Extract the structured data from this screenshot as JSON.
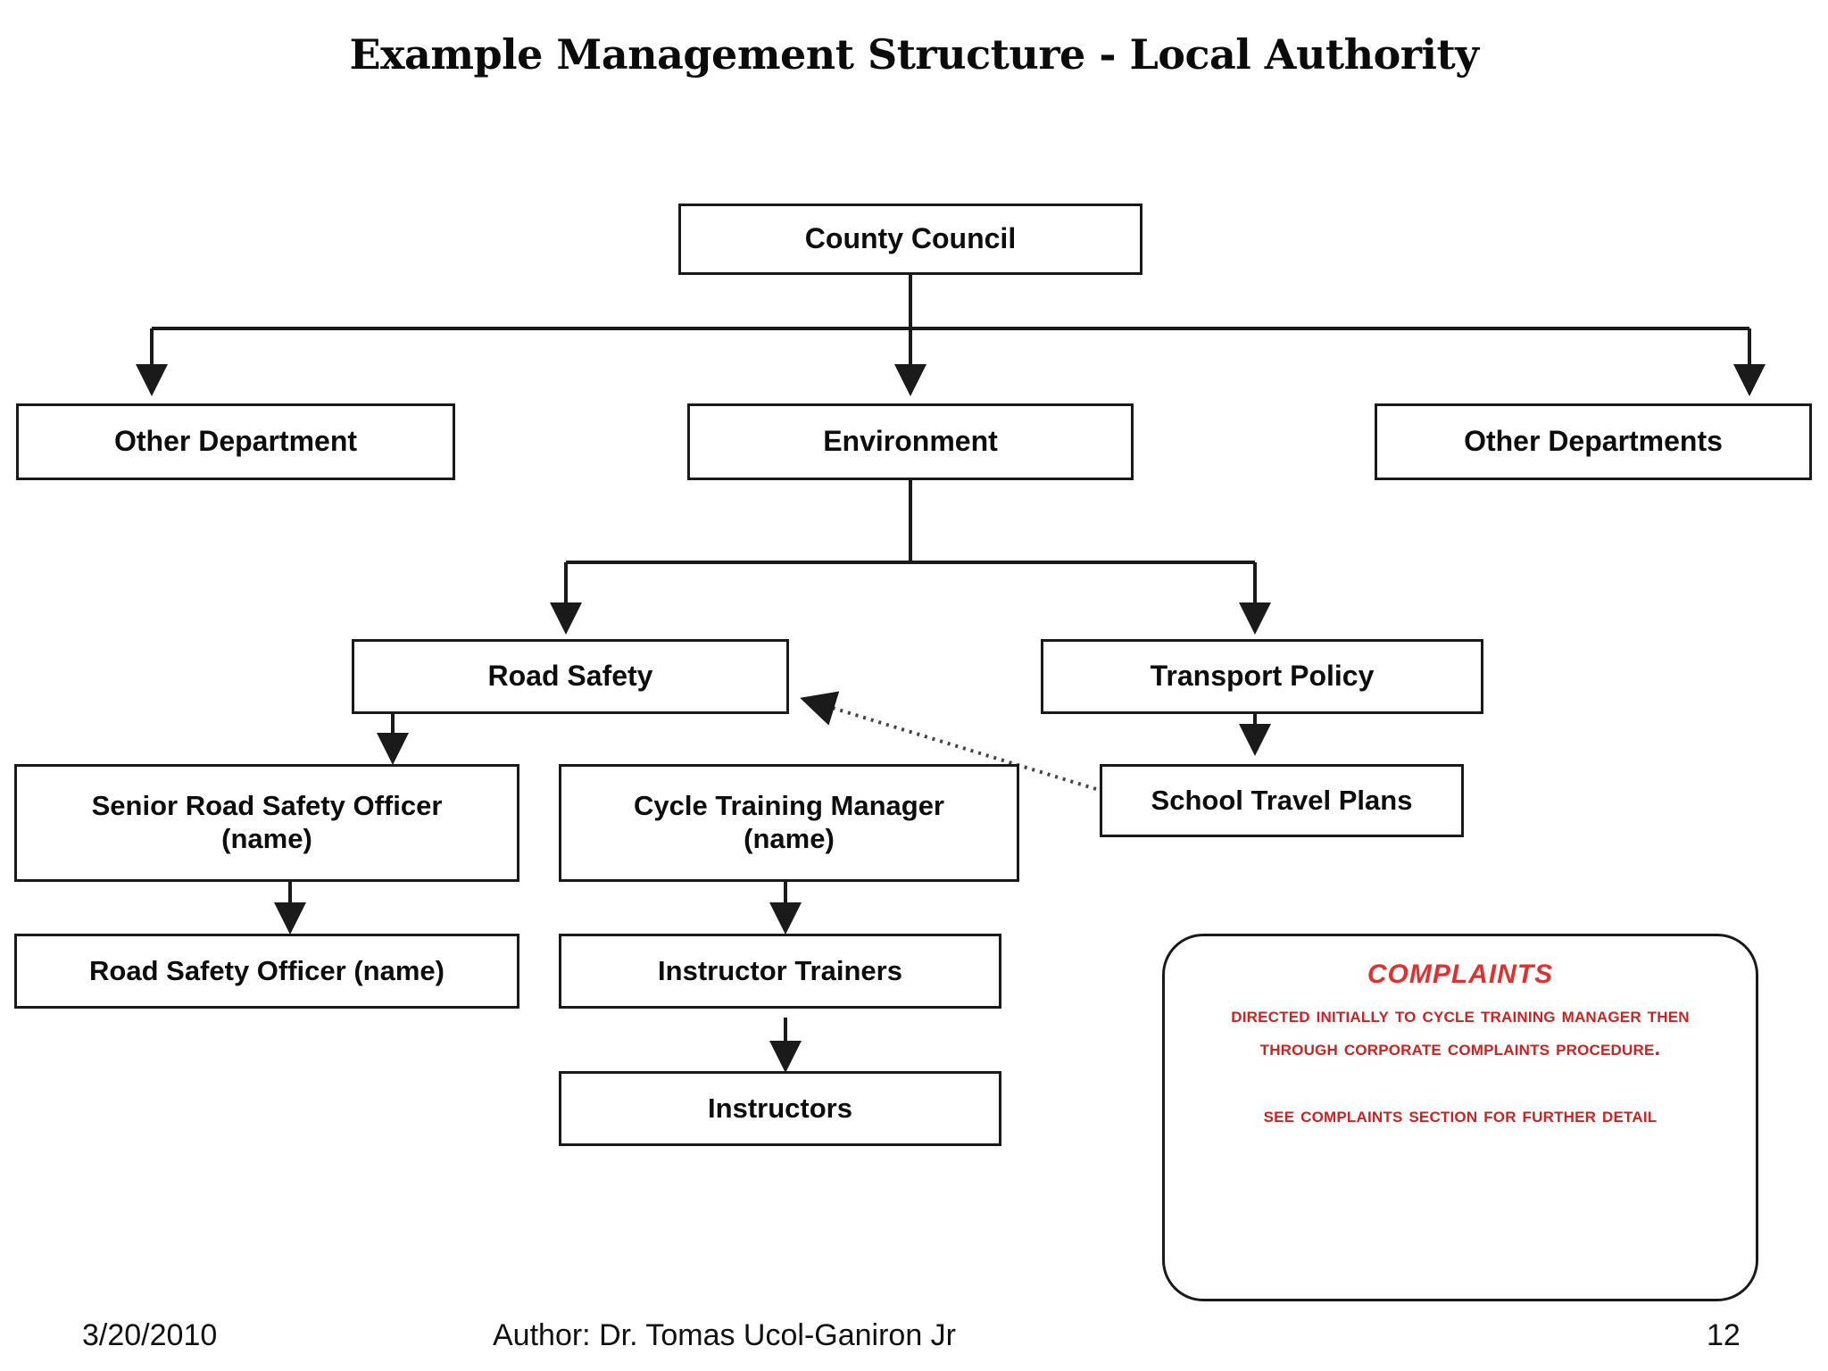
{
  "slide": {
    "title": "Example Management Structure - Local Authority",
    "background_color": "#ffffff",
    "line_color": "#1a1a1a",
    "accent_color": "#cc2222"
  },
  "chart_data": {
    "type": "diagram",
    "subtype": "organizational-hierarchy-flowchart",
    "title": "Example Management Structure - Local Authority",
    "nodes": [
      {
        "id": "county-council",
        "label": "County Council",
        "label2": "",
        "level": 0
      },
      {
        "id": "other-department",
        "label": "Other Department",
        "label2": "",
        "level": 1
      },
      {
        "id": "environment",
        "label": "Environment",
        "label2": "",
        "level": 1
      },
      {
        "id": "other-departments",
        "label": "Other Departments",
        "label2": "",
        "level": 1
      },
      {
        "id": "road-safety",
        "label": "Road Safety",
        "label2": "",
        "level": 2
      },
      {
        "id": "transport-policy",
        "label": "Transport Policy",
        "label2": "",
        "level": 2
      },
      {
        "id": "senior-road-safety-officer",
        "label": "Senior Road Safety Officer",
        "label2": "(name)",
        "level": 3
      },
      {
        "id": "cycle-training-manager",
        "label": "Cycle Training Manager",
        "label2": "(name)",
        "level": 3
      },
      {
        "id": "school-travel-plans",
        "label": "School Travel Plans",
        "label2": "",
        "level": 3
      },
      {
        "id": "road-safety-officer",
        "label": "Road Safety Officer (name)",
        "label2": "",
        "level": 4
      },
      {
        "id": "instructor-trainers",
        "label": "Instructor Trainers",
        "label2": "",
        "level": 4
      },
      {
        "id": "instructors",
        "label": "Instructors",
        "label2": "",
        "level": 5
      }
    ],
    "edges": [
      {
        "from": "county-council",
        "to": "other-department",
        "style": "solid-arrow"
      },
      {
        "from": "county-council",
        "to": "environment",
        "style": "solid-arrow"
      },
      {
        "from": "county-council",
        "to": "other-departments",
        "style": "solid-arrow"
      },
      {
        "from": "environment",
        "to": "road-safety",
        "style": "solid-arrow"
      },
      {
        "from": "environment",
        "to": "transport-policy",
        "style": "solid-arrow"
      },
      {
        "from": "road-safety",
        "to": "senior-road-safety-officer",
        "style": "solid-arrow"
      },
      {
        "from": "transport-policy",
        "to": "school-travel-plans",
        "style": "solid-arrow"
      },
      {
        "from": "senior-road-safety-officer",
        "to": "road-safety-officer",
        "style": "solid-arrow"
      },
      {
        "from": "cycle-training-manager",
        "to": "instructor-trainers",
        "style": "solid-arrow"
      },
      {
        "from": "instructor-trainers",
        "to": "instructors",
        "style": "solid-arrow"
      },
      {
        "from": "school-travel-plans",
        "to": "road-safety",
        "style": "dotted-arrow"
      }
    ]
  },
  "complaints": {
    "heading": "COMPLAINTS",
    "paragraph1": "Directed initially to Cycle Training Manager then through corporate complaints procedure.",
    "paragraph2": "See complaints section for further detail",
    "color": "#cc2222"
  },
  "footer": {
    "date": "3/20/2010",
    "author": "Author: Dr. Tomas Ucol-Ganiron Jr",
    "page_number": "12"
  }
}
